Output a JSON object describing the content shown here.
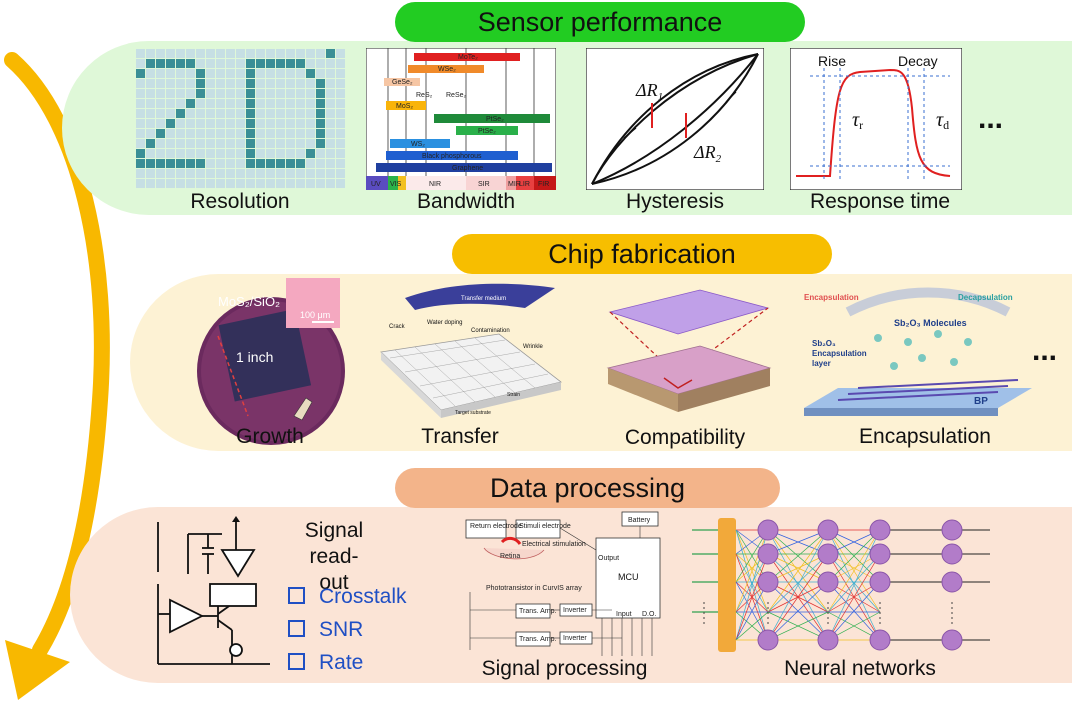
{
  "sections": {
    "sensor": {
      "title": "Sensor performance",
      "captions": [
        "Resolution",
        "Bandwidth",
        "Hysteresis",
        "Response time"
      ],
      "more": "...",
      "bandwidth": {
        "materials": [
          "MoTe₂",
          "WSe₂",
          "GeSe₂",
          "ReS₂",
          "ReSe₂",
          "MoS₂",
          "PtSe₂",
          "PtSe₂",
          "WS₂",
          "Black phosphorous",
          "Graphene"
        ],
        "bands": [
          "UV",
          "VIS",
          "NIR",
          "SIR",
          "MIR",
          "LIR",
          "FIR"
        ]
      },
      "hysteresis": {
        "label1": "ΔR",
        "sub1": "1",
        "label2": "ΔR",
        "sub2": "2"
      },
      "response": {
        "rise": "Rise",
        "decay": "Decay",
        "tau_r": "τ",
        "tau_r_sub": "r",
        "tau_d": "τ",
        "tau_d_sub": "d"
      }
    },
    "chip": {
      "title": "Chip fabrication",
      "captions": [
        "Growth",
        "Transfer",
        "Compatibility",
        "Encapsulation"
      ],
      "more": "...",
      "growth": {
        "substrate": "MoS₂/SiO₂",
        "scale": "100 μm",
        "size": "1 inch"
      },
      "transfer": {
        "medium": "Transfer medium",
        "crack": "Crack",
        "water": "Water doping",
        "contamination": "Contamination",
        "wrinkle": "Wrinkle",
        "strain": "Strain",
        "target": "Target substrate"
      },
      "encapsulation": {
        "enc": "Encapsulation",
        "dec": "Decapsulation",
        "molecules": "Sb₂O₃ Molecules",
        "layer1": "Sb₂O₃",
        "layer2": "Encapsulation",
        "layer3": "layer",
        "bp": "BP"
      }
    },
    "data": {
      "title": "Data processing",
      "readout_title_1": "Signal",
      "readout_title_2": "read-out",
      "checklist": [
        "Crosstalk",
        "SNR",
        "Rate"
      ],
      "captions": [
        "Signal processing",
        "Neural networks"
      ],
      "circuit": {
        "battery": "Battery",
        "return": "Return electrode",
        "stimuli": "Stimuli electrode",
        "stim": "Electrical stimulation",
        "retina": "Retina",
        "mcu": "MCU",
        "output": "Output",
        "photo": "Phototransistor in CurvIS array",
        "trans1": "Trans. Amp.",
        "trans2": "Trans. Amp.",
        "inv1": "Inverter",
        "inv2": "Inverter",
        "input": "Input",
        "do": "D.O."
      }
    }
  },
  "colors": {
    "sensor_pill": "#22cc22",
    "sensor_panel": "#dff8d8",
    "chip_pill": "#f7be00",
    "chip_panel": "#fdf2d4",
    "data_pill": "#f3b48a",
    "data_panel": "#fbe4d6",
    "arrow": "#f8b800",
    "blue": "#1f4fc4"
  }
}
